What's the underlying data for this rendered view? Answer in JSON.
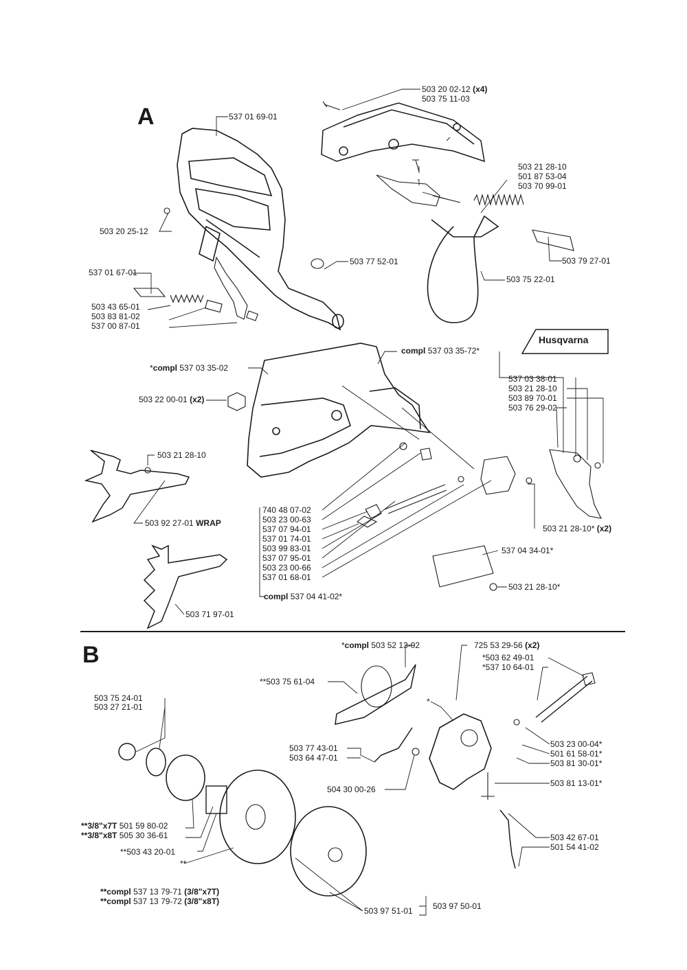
{
  "sections": {
    "a": "A",
    "b": "B"
  },
  "brand": "Husqvarna",
  "labels": {
    "a_guard": "537 01 69-01",
    "a_screw_x4_num": "503 20 02-12",
    "a_x4": "(x4)",
    "a_bracket": "503 75 11-03",
    "a_28_10_top": "503 21 28-10",
    "a_87_53": "501 87 53-04",
    "a_70_99": "503 70 99-01",
    "a_79_27": "503 79 27-01",
    "a_75_22": "503 75 22-01",
    "a_25_12": "503 20 25-12",
    "a_77_52": "503 77 52-01",
    "a_67_01": "537 01 67-01",
    "a_43_65": "503 43 65-01",
    "a_83_81": "503 83 81-02",
    "a_87_01": "537 00 87-01",
    "a_compl_word": "compl",
    "a_compl_35_72_num": "537 03 35-72*",
    "a_compl_35_02_star": "*",
    "a_compl_35_02_word": "compl",
    "a_compl_35_02_num": "537 03 35-02",
    "a_38_01": "537 03 38-01",
    "a_28_10_r": "503 21 28-10",
    "a_89_70": "503 89 70-01",
    "a_76_29": "503 76 29-02",
    "a_22_00_num": "503 22 00-01",
    "a_x2": "(x2)",
    "a_28_10_l": "503 21 28-10",
    "a_wrap_num": "503 92 27-01",
    "a_wrap_word": "WRAP",
    "a_740": "740 48 07-02",
    "a_23_00_63": "503 23 00-63",
    "a_07_94": "537 07 94-01",
    "a_01_74": "537 01 74-01",
    "a_99_83": "503 99 83-01",
    "a_07_95": "537 07 95-01",
    "a_23_00_66": "503 23 00-66",
    "a_01_68": "537 01 68-01",
    "a_compl_41_word": "compl",
    "a_compl_41_num": "537 04 41-02*",
    "a_28_10_x2_num": "503 21 28-10*",
    "a_28_10_x2": "(x2)",
    "a_34_01": "537 04 34-01*",
    "a_28_10_star": "503 21 28-10*",
    "a_71_97": "503 71 97-01",
    "b_compl_13_star": "*",
    "b_compl_13_word": "compl",
    "b_compl_13_num": "503 52 13-02",
    "b_725_num": "725 53 29-56",
    "b_725_x2": "(x2)",
    "b_62_49": "*503 62 49-01",
    "b_10_64": "*537 10 64-01",
    "b_75_61": "**503 75 61-04",
    "b_star": "*",
    "b_23_00_04": "503 23 00-04*",
    "b_61_58": "501 61 58-01*",
    "b_81_30": "503 81 30-01*",
    "b_81_13": "503 81 13-01*",
    "b_77_43": "503 77 43-01",
    "b_64_47": "503 64 47-01",
    "b_30_00": "504 30 00-26",
    "b_75_24": "503 75 24-01",
    "b_27_21": "503 27 21-01",
    "b_7t_pre": "**3/8\"x7T",
    "b_7t_num": "501 59 80-02",
    "b_8t_pre": "**3/8\"x8T",
    "b_8t_num": "505 30 36-61",
    "b_43_20": "**503 43 20-01",
    "b_dstar": "**",
    "b_42_67": "503 42 67-01",
    "b_54_41": "501 54 41-02",
    "b_kit1_word": "**compl",
    "b_kit1_num": "537 13 79-71",
    "b_kit1_size": "(3/8\"x7T)",
    "b_kit2_word": "**compl",
    "b_kit2_num": "537 13 79-72",
    "b_kit2_size": "(3/8\"x8T)",
    "b_97_51": "503 97 51-01",
    "b_97_50": "503 97 50-01"
  }
}
